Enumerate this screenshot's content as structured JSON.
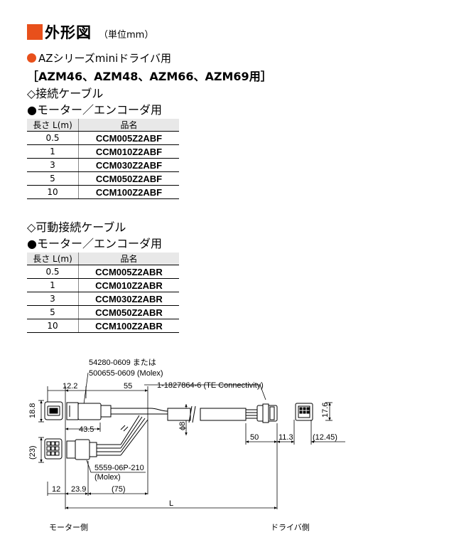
{
  "title": {
    "main": "外形図",
    "unit": "（単位mm）"
  },
  "series_label": "AZシリーズminiドライバ用",
  "models": "［AZM46、AZM48、AZM66、AZM69用］",
  "section1": {
    "heading": "◇接続ケーブル",
    "subheading": "●モーター／エンコーダ用",
    "col_length": "長さ L(m)",
    "col_product": "品名",
    "rows": [
      {
        "length": "0.5",
        "product": "CCM005Z2ABF"
      },
      {
        "length": "1",
        "product": "CCM010Z2ABF"
      },
      {
        "length": "3",
        "product": "CCM030Z2ABF"
      },
      {
        "length": "5",
        "product": "CCM050Z2ABF"
      },
      {
        "length": "10",
        "product": "CCM100Z2ABF"
      }
    ]
  },
  "section2": {
    "heading": "◇可動接続ケーブル",
    "subheading": "●モーター／エンコーダ用",
    "col_length": "長さ L(m)",
    "col_product": "品名",
    "rows": [
      {
        "length": "0.5",
        "product": "CCM005Z2ABR"
      },
      {
        "length": "1",
        "product": "CCM010Z2ABR"
      },
      {
        "length": "3",
        "product": "CCM030Z2ABR"
      },
      {
        "length": "5",
        "product": "CCM050Z2ABR"
      },
      {
        "length": "10",
        "product": "CCM100Z2ABR"
      }
    ]
  },
  "drawing": {
    "connector_motor_line1": "54280-0609 または",
    "connector_motor_line2": "500655-0609 (Molex)",
    "connector_driver": "1-1827864-6 (TE Connectivity)",
    "connector_power_line1": "5559-06P-210",
    "connector_power_line2": "(Molex)",
    "dim_12_2": "12.2",
    "dim_55": "55",
    "dim_18_8": "18.8",
    "dim_43_5": "43.5",
    "dim_phi8": "ϕ8",
    "dim_50": "50",
    "dim_11_3": "11.3",
    "dim_12_45": "(12.45)",
    "dim_17_6": "17.6",
    "dim_23": "(23)",
    "dim_12": "12",
    "dim_23_9": "23.9",
    "dim_75": "(75)",
    "dim_L": "L",
    "label_motor_side": "モーター側",
    "label_driver_side": "ドライバ側"
  }
}
